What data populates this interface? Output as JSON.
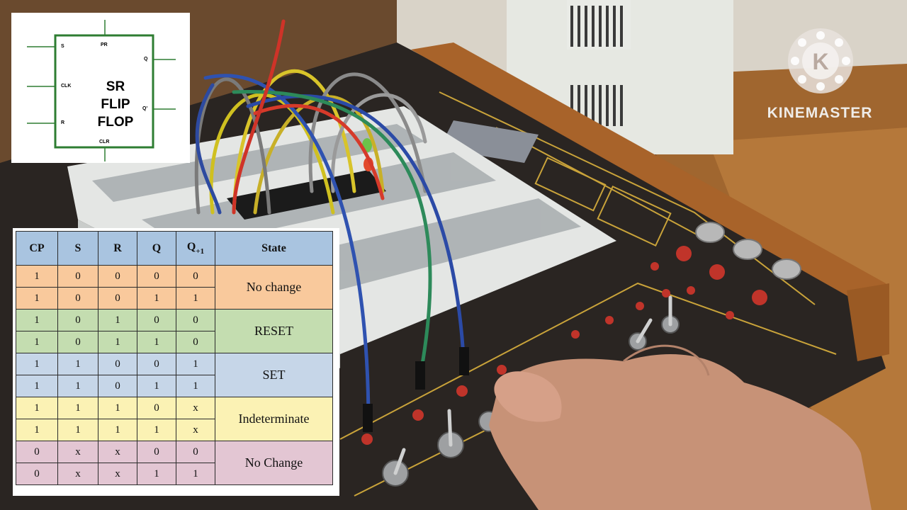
{
  "symbol": {
    "title_lines": [
      "SR",
      "FLIP",
      "FLOP"
    ],
    "pins": {
      "s": "S",
      "pr": "PR",
      "clk": "CLK",
      "r": "R",
      "clr": "CLR",
      "q": "Q",
      "q_bar": "Q'"
    }
  },
  "truth_table": {
    "headers": [
      "CP",
      "S",
      "R",
      "Q",
      "Q",
      "State"
    ],
    "header_subscript": "+1",
    "rows": [
      {
        "cp": "1",
        "s": "0",
        "r": "0",
        "q": "0",
        "qn": "0"
      },
      {
        "cp": "1",
        "s": "0",
        "r": "0",
        "q": "1",
        "qn": "1"
      },
      {
        "cp": "1",
        "s": "0",
        "r": "1",
        "q": "0",
        "qn": "0"
      },
      {
        "cp": "1",
        "s": "0",
        "r": "1",
        "q": "1",
        "qn": "0"
      },
      {
        "cp": "1",
        "s": "1",
        "r": "0",
        "q": "0",
        "qn": "1"
      },
      {
        "cp": "1",
        "s": "1",
        "r": "0",
        "q": "1",
        "qn": "1"
      },
      {
        "cp": "1",
        "s": "1",
        "r": "1",
        "q": "0",
        "qn": "x"
      },
      {
        "cp": "1",
        "s": "1",
        "r": "1",
        "q": "1",
        "qn": "x"
      },
      {
        "cp": "0",
        "s": "x",
        "r": "x",
        "q": "0",
        "qn": "0"
      },
      {
        "cp": "0",
        "s": "x",
        "r": "x",
        "q": "1",
        "qn": "1"
      }
    ],
    "states": [
      "No change",
      "RESET",
      "SET",
      "Indeterminate",
      "No Change"
    ]
  },
  "watermark": {
    "brand": "KINEMASTER",
    "logo_letter": "K"
  },
  "colors": {
    "header": "#a9c4e0",
    "no_change": "#f9c99c",
    "reset": "#c4ddb0",
    "set": "#c6d6e8",
    "indeterminate": "#fbf2b4",
    "no_change_2": "#e3c6d3",
    "symbol_border": "#2e7d32"
  }
}
